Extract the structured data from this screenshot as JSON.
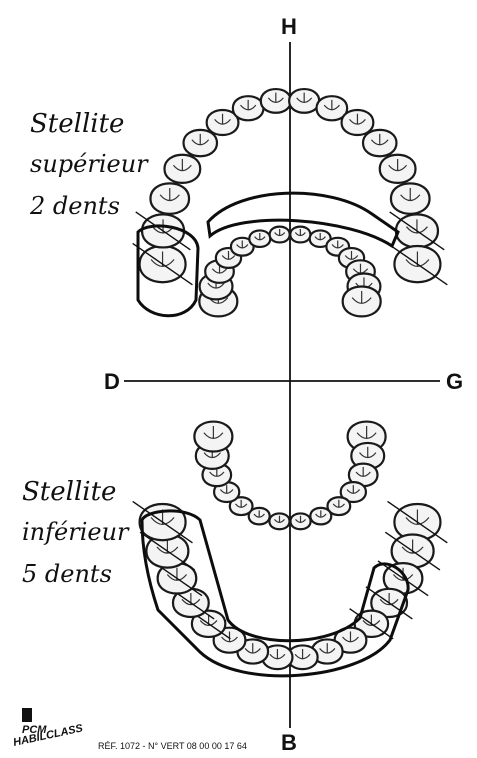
{
  "labels": {
    "axis_top": "H",
    "axis_bottom": "B",
    "axis_left": "D",
    "axis_right": "G",
    "upper_note": [
      "Stellite",
      "supérieur",
      "2 dents"
    ],
    "lower_note": [
      "Stellite",
      "inférieur",
      "5 dents"
    ]
  },
  "footer": {
    "brand_line1": "PCM",
    "brand_line2": "HABILCLASS",
    "reference": "RÉF. 1072 - N° VERT 08 00 00 17 64"
  },
  "colors": {
    "ink": "#111111",
    "tooth_fill": "#f4f4f4"
  },
  "teeth": {
    "upper_arch_count": 16,
    "upper_inner_count": 14,
    "lower_arch_count": 16,
    "lower_inner_count": 14,
    "upper_replaced": 2,
    "lower_replaced": 5
  }
}
